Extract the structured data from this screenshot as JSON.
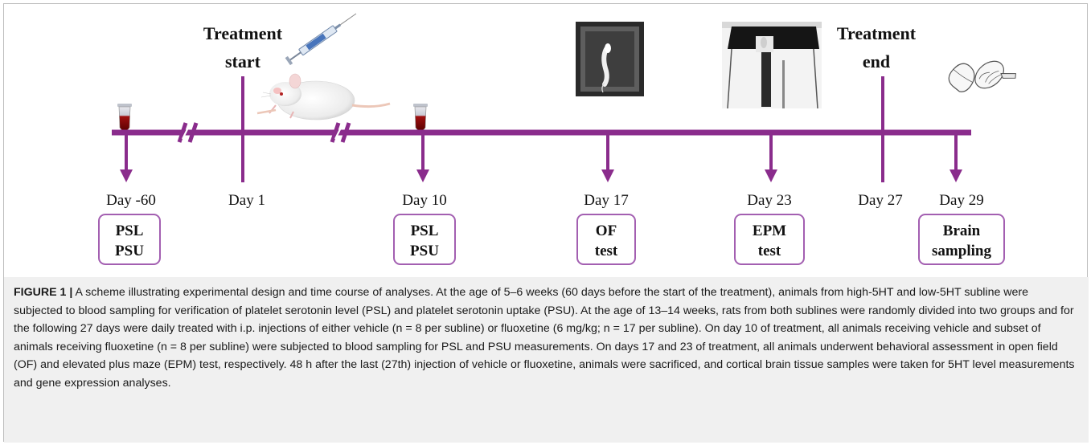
{
  "diagram": {
    "top_labels": [
      {
        "line1": "Treatment",
        "line2": "start"
      },
      {
        "line1": "Treatment",
        "line2": "end"
      }
    ],
    "days": [
      "Day -60",
      "Day 1",
      "Day 10",
      "Day 17",
      "Day 23",
      "Day 27",
      "Day 29"
    ],
    "boxes": [
      {
        "line1": "PSL",
        "line2": "PSU"
      },
      {
        "line1": "PSL",
        "line2": "PSU"
      },
      {
        "line1": "OF",
        "line2": "test"
      },
      {
        "line1": "EPM",
        "line2": "test"
      },
      {
        "line1": "Brain",
        "line2": "sampling"
      }
    ],
    "timeline_color": "#8a2c8c",
    "box_border_color": "#a35fb1"
  },
  "caption": {
    "label": "FIGURE 1 |",
    "text": "A scheme illustrating experimental design and time course of analyses. At the age of 5–6 weeks (60 days before the start of the treatment), animals from high-5HT and low-5HT subline were subjected to blood sampling for verification of platelet serotonin level (PSL) and platelet serotonin uptake (PSU). At the age of 13–14 weeks, rats from both sublines were randomly divided into two groups and for the following 27 days were daily treated with i.p. injections of either vehicle (n = 8 per subline) or fluoxetine (6 mg/kg; n = 17 per subline). On day 10 of treatment, all animals receiving vehicle and subset of animals receiving fluoxetine (n = 8 per subline) were subjected to blood sampling for PSL and PSU measurements. On days 17 and 23 of treatment, all animals underwent behavioral assessment in open field (OF) and elevated plus maze (EPM) test, respectively. 48 h after the last (27th) injection of vehicle or fluoxetine, animals were sacrificed, and cortical brain tissue samples were taken for 5HT level measurements and gene expression analyses."
  }
}
